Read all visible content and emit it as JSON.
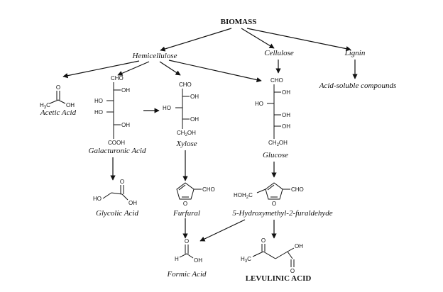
{
  "root": "BIOMASS",
  "sources": {
    "hemicellulose": "Hemicellulose",
    "cellulose": "Cellulose",
    "lignin": "Lignin"
  },
  "products": {
    "acid_soluble": "Acid-soluble compounds",
    "acetic_acid": "Acetic Acid",
    "galacturonic_acid": "Galacturonic Acid",
    "xylose": "Xylose",
    "glucose": "Glucose",
    "glycolic_acid": "Glycolic Acid",
    "furfural": "Furfural",
    "hmf": "5-Hydroxymethyl-2-furaldehyde",
    "formic_acid": "Formic Acid",
    "levulinic_acid": "LEVULINIC ACID"
  },
  "groups": {
    "cho": "CHO",
    "oh": "OH",
    "ho": "HO",
    "cooh": "COOH",
    "ch2oh": "CH",
    "ch2oh_sub": "2",
    "ch2oh_tail": "OH",
    "o": "O",
    "h": "H",
    "h3c": "H",
    "h3c_sub": "3",
    "h3c_tail": "C",
    "hoh2c": "HOH",
    "hoh2c_sub": "2",
    "hoh2c_tail": "C"
  }
}
